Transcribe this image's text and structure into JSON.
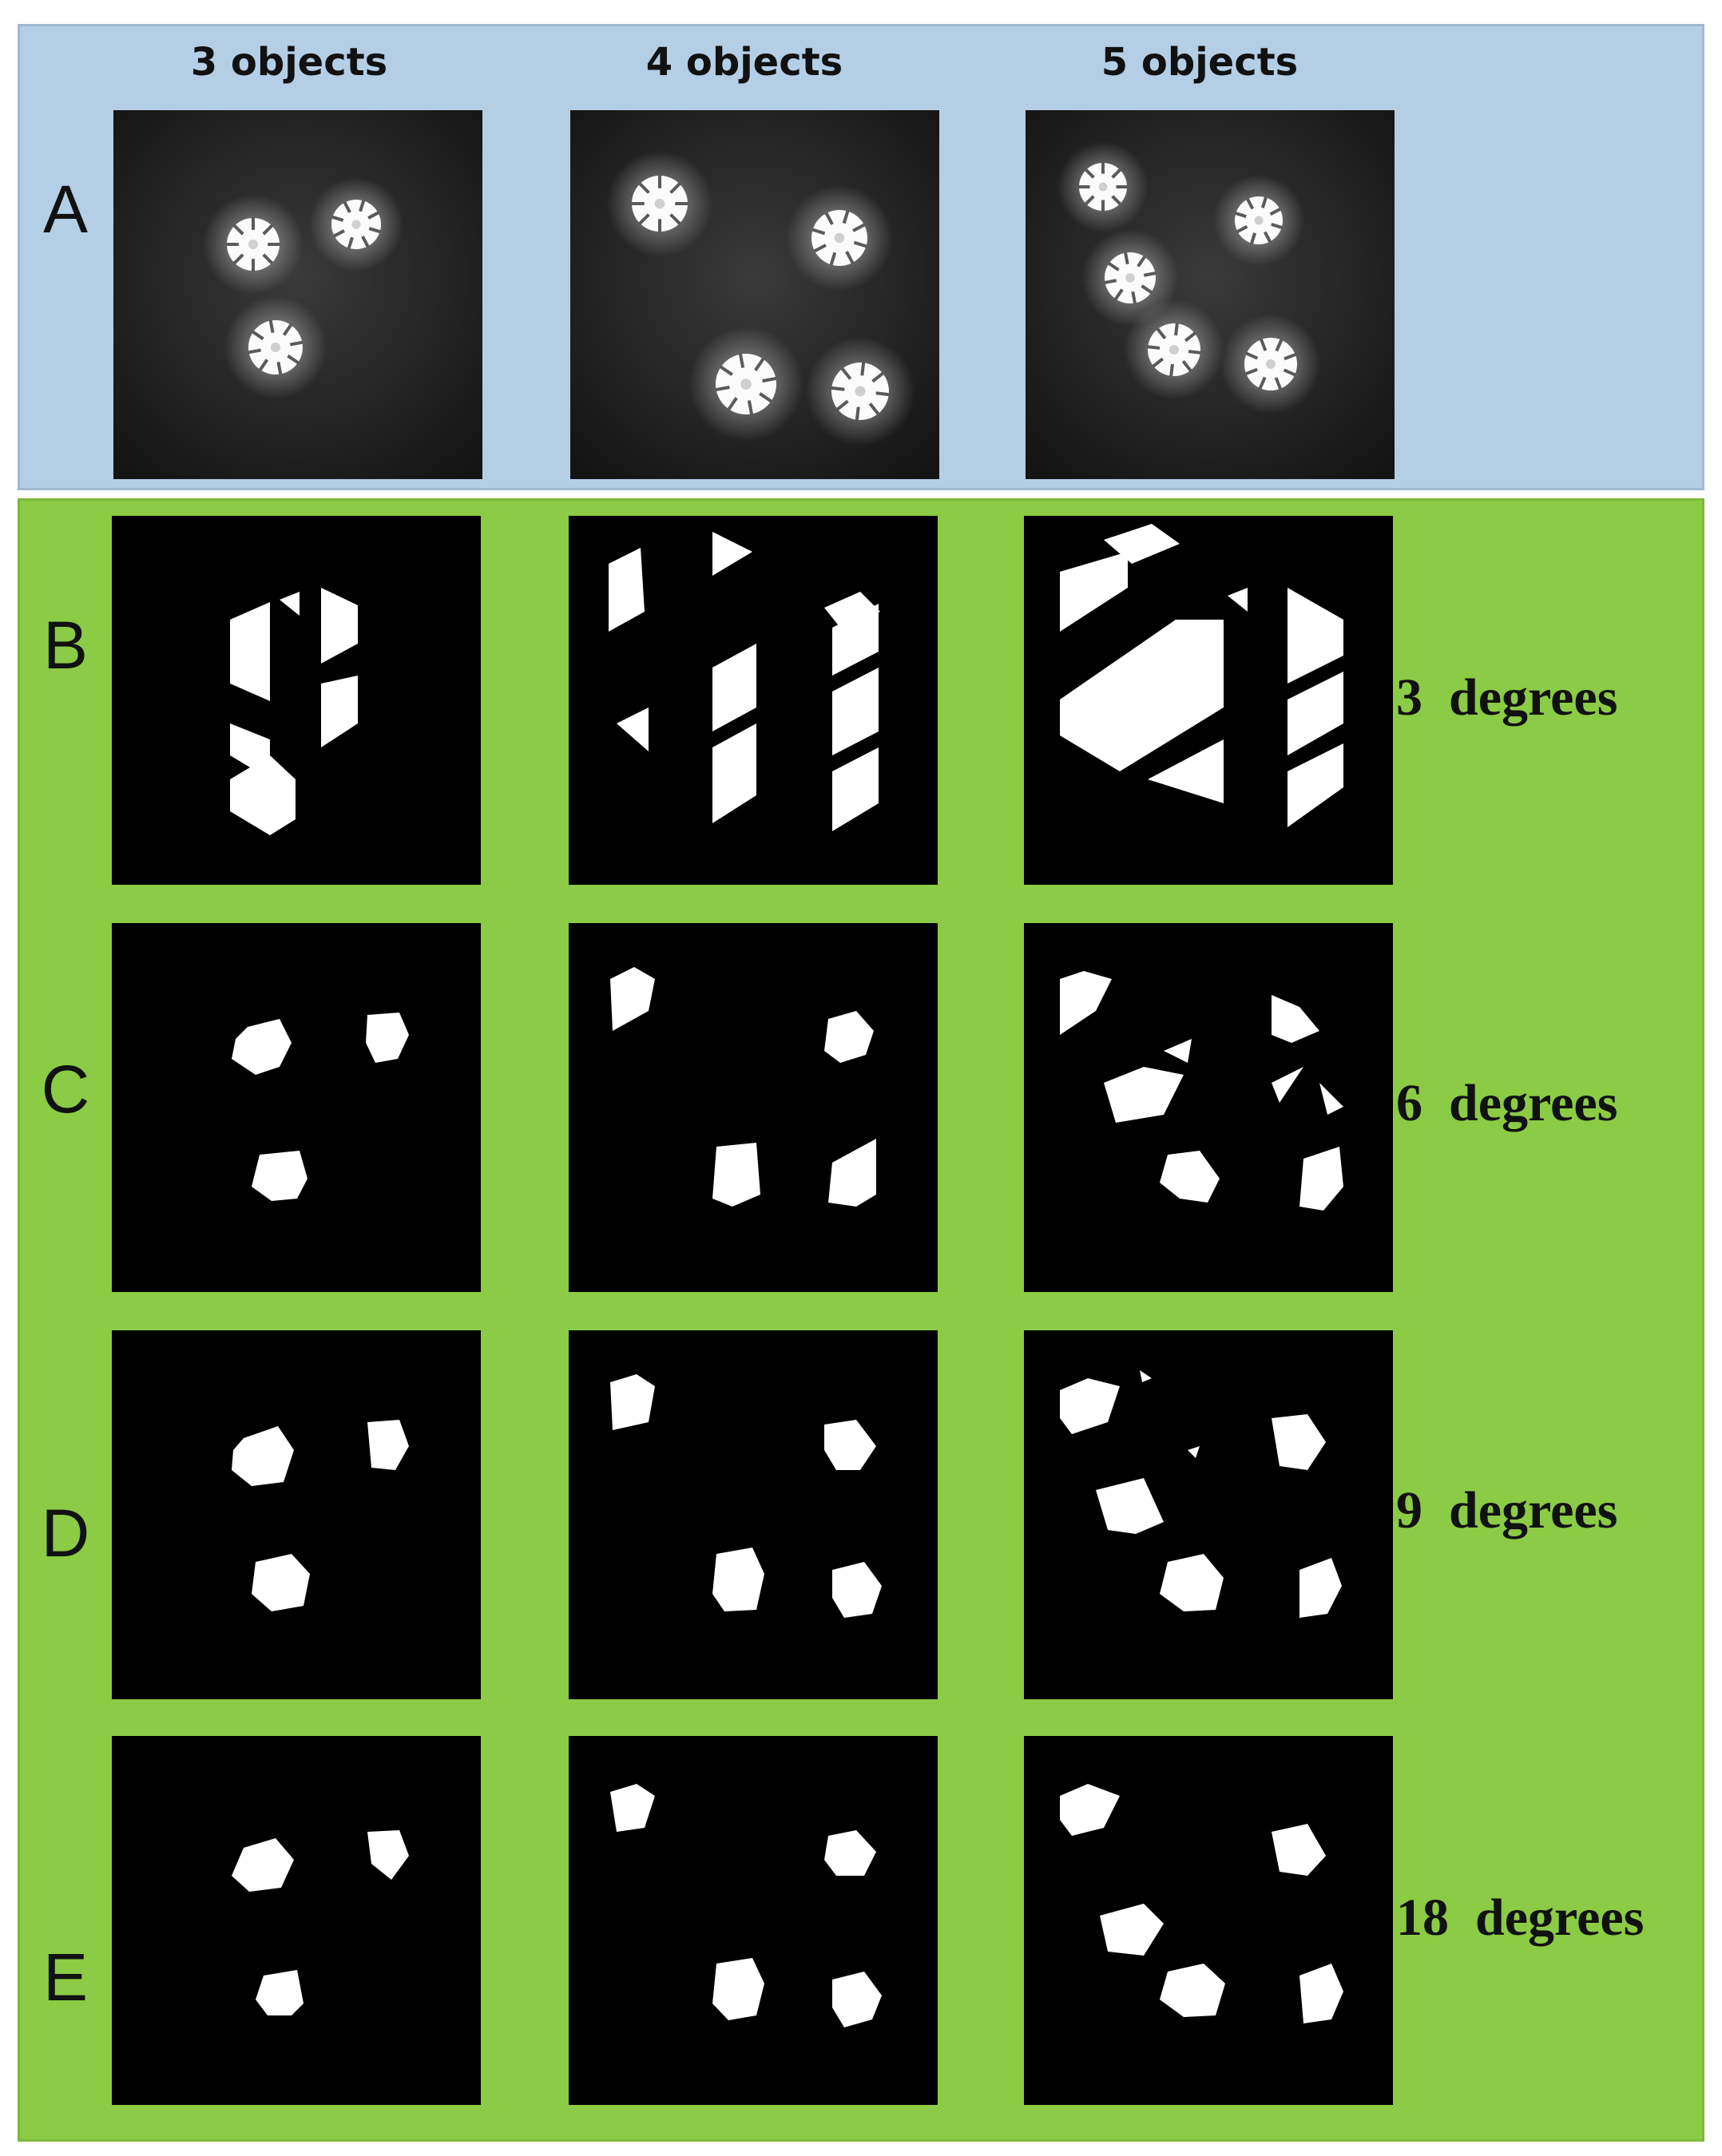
{
  "column_titles": [
    "3 objects",
    "4 objects",
    "5 objects"
  ],
  "rows": [
    {
      "letter": "A",
      "label": "",
      "kind": "photo"
    },
    {
      "letter": "B",
      "label": "3  degrees",
      "kind": "mask"
    },
    {
      "letter": "C",
      "label": "6  degrees",
      "kind": "mask"
    },
    {
      "letter": "D",
      "label": "9  degrees",
      "kind": "mask"
    },
    {
      "letter": "E",
      "label": "18  degrees",
      "kind": "mask"
    }
  ],
  "colors": {
    "top_panel": "#b4cee6",
    "bottom_panel": "#8bcb45",
    "tile_background": "#000000",
    "object": "#ffffff"
  }
}
